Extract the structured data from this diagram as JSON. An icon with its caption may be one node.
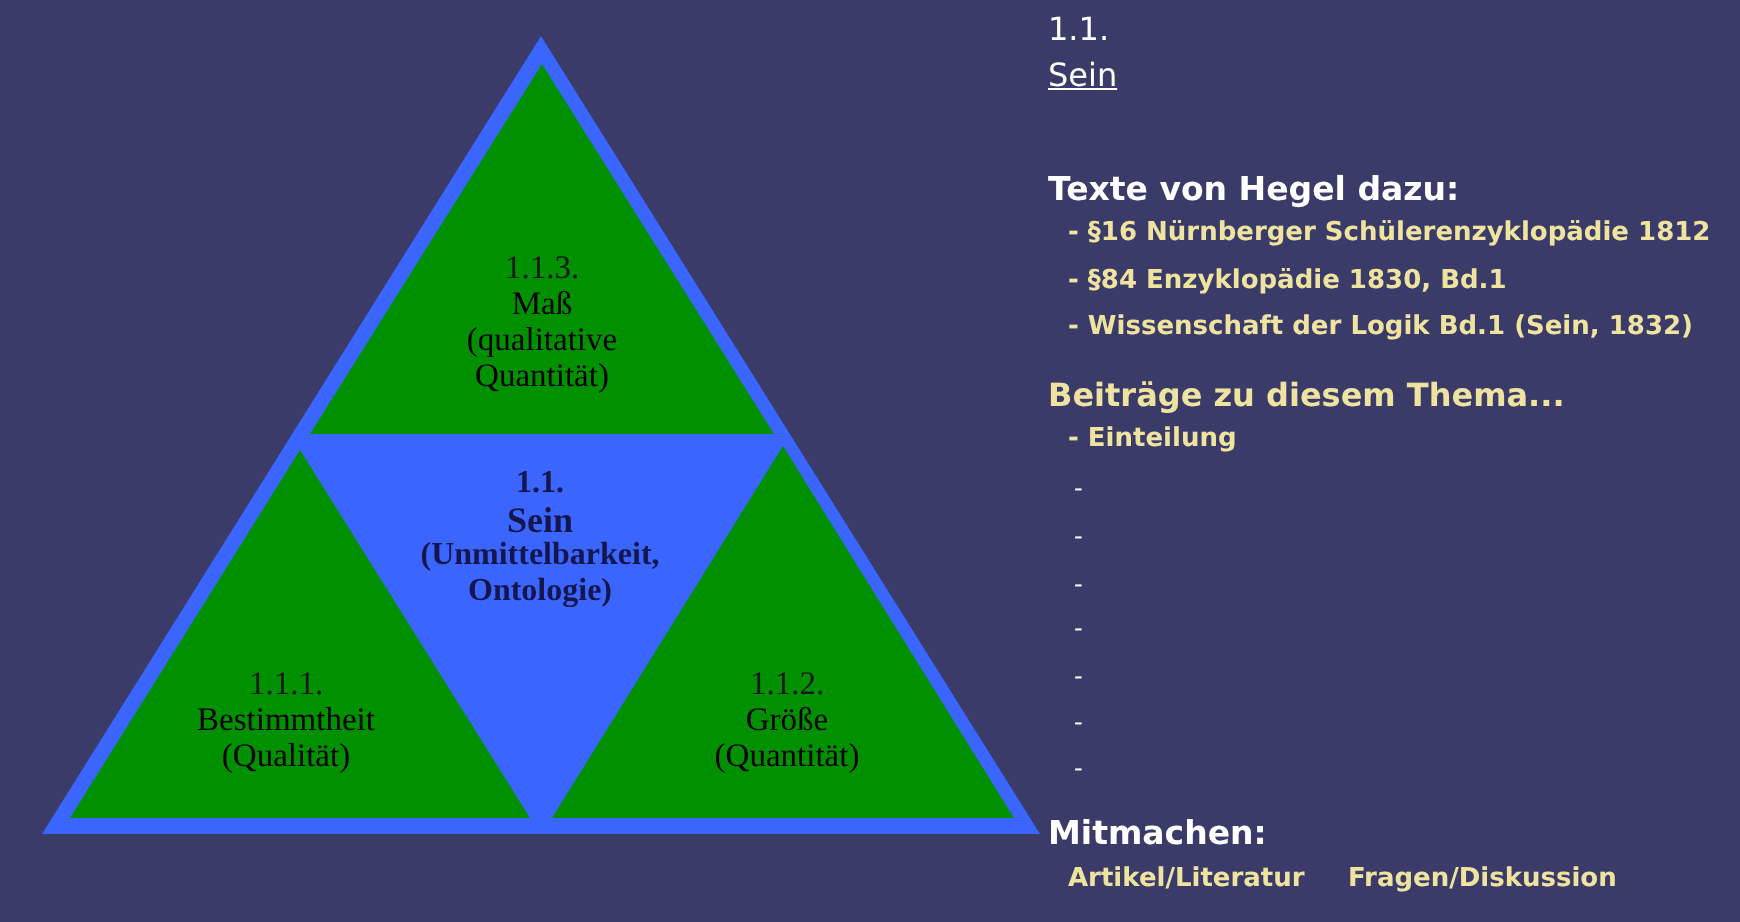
{
  "diagram": {
    "nodes": [
      {
        "text": [],
        "shape": "triangle"
      },
      {
        "text": [
          "1.1.3.",
          "Maß",
          "(qualitative Quantität)"
        ],
        "in": 0
      },
      {
        "text": [
          "1.1.",
          "Sein",
          "(Unmittelbarkeit, Ontologie)"
        ],
        "in": 0
      },
      {
        "text": [
          "1.1.1.",
          "Bestimmtheit",
          "(Qualität)"
        ],
        "in": 0
      },
      {
        "text": [
          "1.1.2.",
          "Größe",
          "(Quantität)"
        ],
        "in": 0
      }
    ],
    "labels": [
      "1.1.",
      "Sein",
      "Texte von Hegel dazu:",
      "- §16 Nürnberger Schülerenzyklopädie 1812",
      "- §84 Enzyklopädie 1830, Bd.1",
      "- Wissenschaft der Logik Bd.1 (Sein, 1832)",
      "Beiträge zu diesem Thema...",
      "- Einteilung",
      "-",
      "-",
      "-",
      "-",
      "-",
      "-",
      "-",
      "Mitmachen:",
      "Artikel/Literatur",
      "Fragen/Diskussion"
    ]
  }
}
